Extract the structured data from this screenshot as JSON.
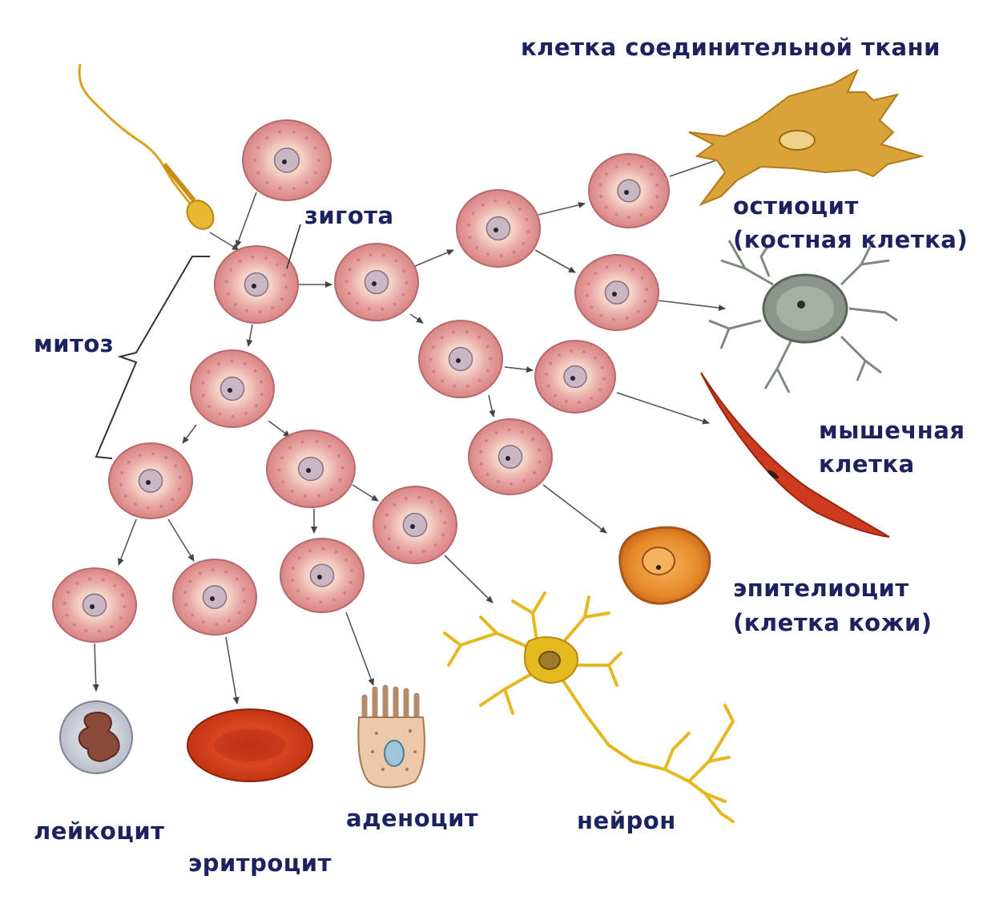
{
  "labels": {
    "zygote": "зигота",
    "mitosis": "митоз",
    "connective": "клетка соединительной ткани",
    "osteocyte_1": "остиоцит",
    "osteocyte_2": "(костная клетка)",
    "muscle_1": "мышечная",
    "muscle_2": "клетка",
    "epithelio_1": "эпителиоцит",
    "epithelio_2": "(клетка кожи)",
    "leukocyte": "лейкоцит",
    "erythrocyte": "эритроцит",
    "adenocyte": "аденоцит",
    "neuron": "нейрон"
  },
  "colors": {
    "label": "#1a2360",
    "cell_fill": "#e59d9b",
    "cell_core": "#f3d2c4",
    "nucleus": "#c9b8c4",
    "arrow": "#444444",
    "sperm": "#d8a320",
    "connective": "#d9a33a",
    "osteocyte": "#7f8a7f",
    "muscle": "#cc3a20",
    "epithelio": "#e68a2a",
    "leukocyte": "#cfd3dc",
    "erythrocyte": "#d23a1a",
    "adenocyte": "#ecc9a8",
    "neuron": "#e6b820"
  }
}
